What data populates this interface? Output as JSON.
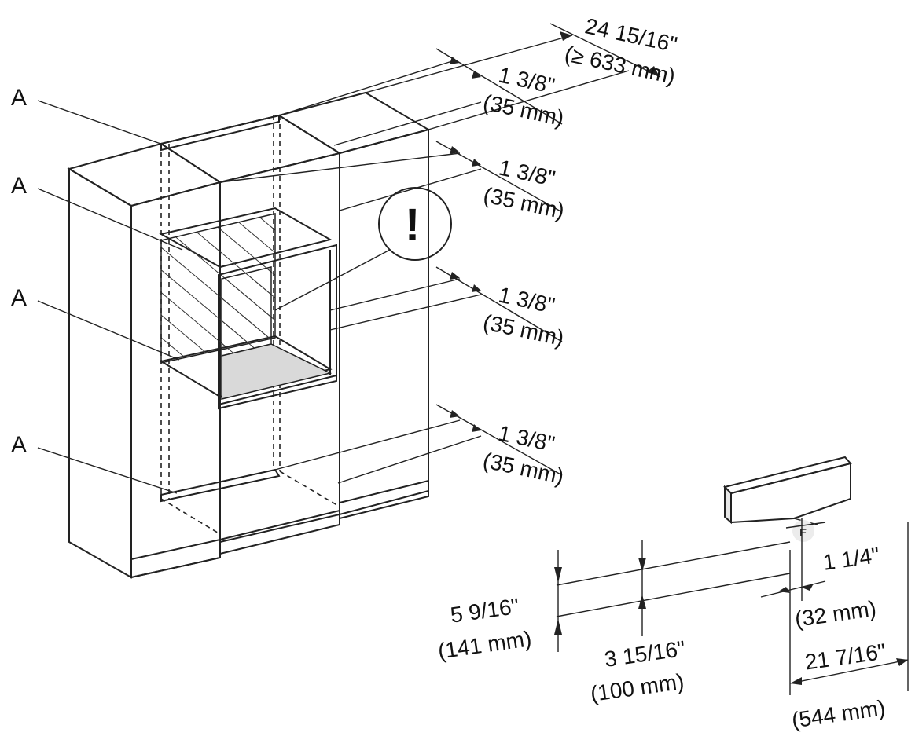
{
  "callout_letter": "A",
  "callout_labels": [
    "A",
    "A",
    "A",
    "A"
  ],
  "warning_symbol": "!",
  "dimensions": {
    "overall_width": {
      "imperial": "24 15/16\"",
      "metric": "(≥ 633 mm)"
    },
    "clearances": [
      {
        "imperial": "1 3/8\"",
        "metric": "(35 mm)"
      },
      {
        "imperial": "1 3/8\"",
        "metric": "(35 mm)"
      },
      {
        "imperial": "1 3/8\"",
        "metric": "(35 mm)"
      },
      {
        "imperial": "1 3/8\"",
        "metric": "(35 mm)"
      }
    ],
    "drawer_height": {
      "imperial": "5 9/16\"",
      "metric": "(141 mm)"
    },
    "inner_height": {
      "imperial": "3 15/16\"",
      "metric": "(100 mm)"
    },
    "front_offset": {
      "imperial": "1 1/4\"",
      "metric": "(32 mm)"
    },
    "drawer_depth": {
      "imperial": "21 7/16\"",
      "metric": "(544 mm)"
    }
  },
  "drawer_marker": "E",
  "colors": {
    "line": "#222222",
    "shade": "#d9d9d9",
    "drawer_front": "#e6e6e6"
  }
}
